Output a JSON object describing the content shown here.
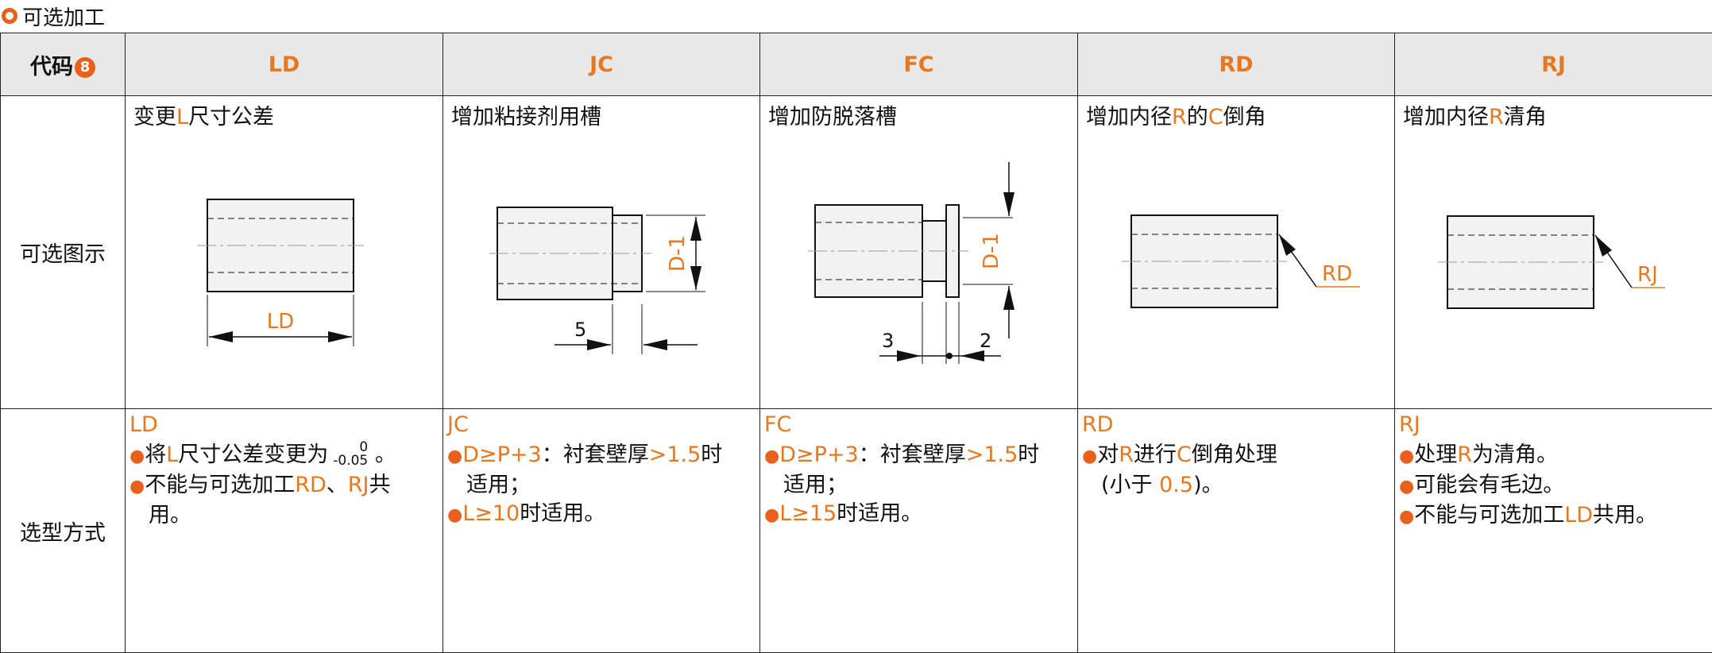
{
  "section_title": "可选加工",
  "header": {
    "first_col_label": "代码",
    "badge": "8",
    "columns": [
      "LD",
      "JC",
      "FC",
      "RD",
      "RJ"
    ]
  },
  "rows": {
    "figure_label": "可选图示",
    "selection_label": "选型方式"
  },
  "figures": {
    "LD": {
      "title_pre": "变更",
      "title_hl": "L",
      "title_post": "尺寸公差",
      "dim": "LD"
    },
    "JC": {
      "title": "增加粘接剂用槽",
      "dim": "D-1",
      "dim2": "5"
    },
    "FC": {
      "title": "增加防脱落槽",
      "dim": "D-1",
      "dim2": "3",
      "dim3": "2"
    },
    "RD": {
      "title_pre": "增加内径",
      "title_hl": "R",
      "title_mid": "的",
      "title_hl2": "C",
      "title_post": "倒角",
      "dim": "RD"
    },
    "RJ": {
      "title_pre": "增加内径",
      "title_hl": "R",
      "title_post": "清角",
      "dim": "RJ"
    }
  },
  "selection": {
    "LD": {
      "code": "LD",
      "l1_pre": "将",
      "l1_hl": "L",
      "l1_post": "尺寸公差变更为",
      "tol_top": "0",
      "tol_bot": "-0.05",
      "l1_end": "。",
      "l2_pre": "不能与可选加工",
      "l2_hl1": "RD",
      "l2_sep": "、",
      "l2_hl2": "RJ",
      "l2_post": "共",
      "l3": "用。"
    },
    "JC": {
      "code": "JC",
      "l1_hl": "D≥P+3",
      "l1_mid": "：衬套壁厚",
      "l1_hl2": ">1.5",
      "l1_post": "时",
      "l2": "适用；",
      "l3_hl": "L≥10",
      "l3_post": "时适用。"
    },
    "FC": {
      "code": "FC",
      "l1_hl": "D≥P+3",
      "l1_mid": "：衬套壁厚",
      "l1_hl2": ">1.5",
      "l1_post": "时",
      "l2": "适用；",
      "l3_hl": "L≥15",
      "l3_post": "时适用。"
    },
    "RD": {
      "code": "RD",
      "l1_pre": "对",
      "l1_hl": "R",
      "l1_mid": "进行",
      "l1_hl2": "C",
      "l1_post": "倒角处理",
      "l2_pre": "(小于 ",
      "l2_hl": "0.5",
      "l2_post": ")。"
    },
    "RJ": {
      "code": "RJ",
      "l1_pre": "处理",
      "l1_hl": "R",
      "l1_post": "为清角。",
      "l2": "可能会有毛边。",
      "l3_pre": "不能与可选加工",
      "l3_hl": "LD",
      "l3_post": "共用。"
    }
  },
  "colors": {
    "accent": "#e8781e",
    "badge": "#e8601c",
    "header_bg": "#e8e8e8"
  }
}
